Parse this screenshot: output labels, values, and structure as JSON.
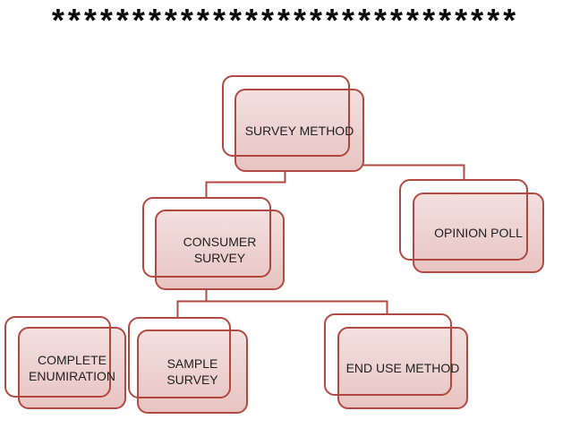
{
  "title": "*****************************",
  "diagram": {
    "type": "org-chart",
    "theme": {
      "border_color": "#b04a42",
      "fill_tint": "rgba(176,60,52,0.22)",
      "back_card_fill": "#ffffff",
      "text_color": "#212121",
      "background": "#ffffff"
    },
    "nodes": [
      {
        "id": "survey-method",
        "label": "SURVEY METHOD"
      },
      {
        "id": "consumer-survey",
        "label": "CONSUMER\nSURVEY"
      },
      {
        "id": "opinion-poll",
        "label": "OPINION POLL"
      },
      {
        "id": "complete-enumiration",
        "label": "COMPLETE\nENUMIRATION"
      },
      {
        "id": "sample-survey",
        "label": "SAMPLE\nSURVEY"
      },
      {
        "id": "end-use-method",
        "label": "END USE METHOD"
      }
    ],
    "edges": [
      {
        "from": "survey-method",
        "to": "consumer-survey"
      },
      {
        "from": "survey-method",
        "to": "opinion-poll"
      },
      {
        "from": "consumer-survey",
        "to": "sample-survey"
      },
      {
        "from": "consumer-survey",
        "to": "end-use-method"
      }
    ]
  }
}
